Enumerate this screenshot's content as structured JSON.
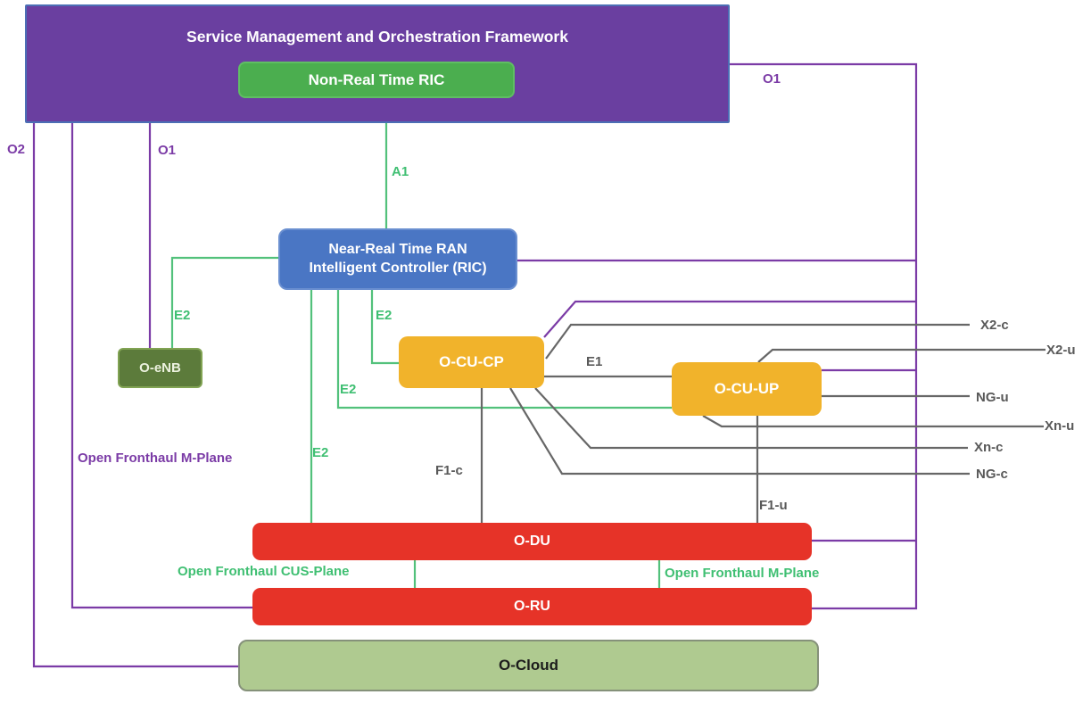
{
  "nodes": {
    "smo": {
      "label": "Service Management and Orchestration Framework",
      "color": "#6A3FA0"
    },
    "non_rt_ric": {
      "label": "Non-Real Time RIC",
      "color": "#4BAE4F"
    },
    "near_rt_ric": {
      "label_line1": "Near-Real Time RAN",
      "label_line2": "Intelligent Controller (RIC)",
      "color": "#4A76C4"
    },
    "o_enb": {
      "label": "O-eNB",
      "color": "#5C7B3B"
    },
    "o_cu_cp": {
      "label": "O-CU-CP",
      "color": "#F1B32B"
    },
    "o_cu_up": {
      "label": "O-CU-UP",
      "color": "#F1B32B"
    },
    "o_du": {
      "label": "O-DU",
      "color": "#E63328"
    },
    "o_ru": {
      "label": "O-RU",
      "color": "#E63328"
    },
    "o_cloud": {
      "label": "O-Cloud",
      "color": "#AFCA90"
    }
  },
  "labels": {
    "o2": "O2",
    "o1": "O1",
    "a1": "A1",
    "e2": "E2",
    "e1": "E1",
    "f1_c": "F1-c",
    "f1_u": "F1-u",
    "x2_c": "X2-c",
    "x2_u": "X2-u",
    "ng_u": "NG-u",
    "xn_u": "Xn-u",
    "xn_c": "Xn-c",
    "ng_c": "NG-c",
    "ofh_m_plane": "Open Fronthaul M-Plane",
    "ofh_cus_plane": "Open Fronthaul CUS-Plane"
  },
  "line_colors": {
    "purple": "#7B3BA6",
    "green": "#52C17B",
    "gray": "#676767"
  },
  "connections": [
    {
      "from": "Service Management and Orchestration Framework",
      "to": "O-Cloud",
      "interface": "O2"
    },
    {
      "from": "Service Management and Orchestration Framework",
      "to": "O-RU",
      "interface": "Open Fronthaul M-Plane"
    },
    {
      "from": "Service Management and Orchestration Framework",
      "to": "O-eNB",
      "interface": "O1"
    },
    {
      "from": "Service Management and Orchestration Framework",
      "to": "Near-Real Time RAN Intelligent Controller (RIC)",
      "interface": "O1"
    },
    {
      "from": "Service Management and Orchestration Framework",
      "to": "O-CU-CP",
      "interface": "O1"
    },
    {
      "from": "Service Management and Orchestration Framework",
      "to": "O-CU-UP",
      "interface": "O1"
    },
    {
      "from": "Service Management and Orchestration Framework",
      "to": "O-DU",
      "interface": "O1"
    },
    {
      "from": "Service Management and Orchestration Framework",
      "to": "O-RU",
      "interface": "O1"
    },
    {
      "from": "Non-Real Time RIC",
      "to": "Near-Real Time RAN Intelligent Controller (RIC)",
      "interface": "A1"
    },
    {
      "from": "Near-Real Time RAN Intelligent Controller (RIC)",
      "to": "O-eNB",
      "interface": "E2"
    },
    {
      "from": "Near-Real Time RAN Intelligent Controller (RIC)",
      "to": "O-CU-CP",
      "interface": "E2"
    },
    {
      "from": "Near-Real Time RAN Intelligent Controller (RIC)",
      "to": "O-CU-UP",
      "interface": "E2"
    },
    {
      "from": "Near-Real Time RAN Intelligent Controller (RIC)",
      "to": "O-DU",
      "interface": "E2"
    },
    {
      "from": "O-CU-CP",
      "to": "O-CU-UP",
      "interface": "E1"
    },
    {
      "from": "O-CU-CP",
      "to": "O-DU",
      "interface": "F1-c"
    },
    {
      "from": "O-CU-UP",
      "to": "O-DU",
      "interface": "F1-u"
    },
    {
      "from": "O-CU-CP",
      "to": "external",
      "interface": "X2-c"
    },
    {
      "from": "O-CU-UP",
      "to": "external",
      "interface": "X2-u"
    },
    {
      "from": "O-CU-UP",
      "to": "external",
      "interface": "NG-u"
    },
    {
      "from": "O-CU-UP",
      "to": "external",
      "interface": "Xn-u"
    },
    {
      "from": "O-CU-CP",
      "to": "external",
      "interface": "Xn-c"
    },
    {
      "from": "O-CU-CP",
      "to": "external",
      "interface": "NG-c"
    },
    {
      "from": "O-DU",
      "to": "O-RU",
      "interface": "Open Fronthaul CUS-Plane"
    },
    {
      "from": "O-DU",
      "to": "O-RU",
      "interface": "Open Fronthaul M-Plane"
    }
  ]
}
